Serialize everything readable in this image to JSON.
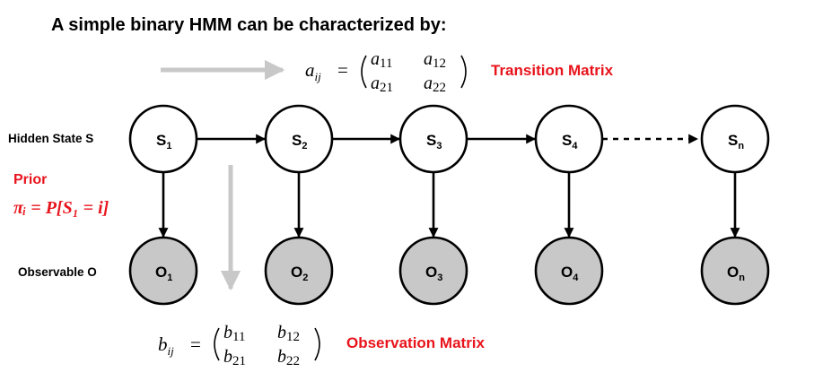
{
  "title": "A simple binary HMM can be characterized by:",
  "row_labels": {
    "hidden": "Hidden State S",
    "observable": "Observable O"
  },
  "transition": {
    "lhs": "a",
    "lhs_sub": "ij",
    "m11": "a",
    "s11": "11",
    "m12": "a",
    "s12": "12",
    "m21": "a",
    "s21": "21",
    "m22": "a",
    "s22": "22",
    "label": "Transition Matrix"
  },
  "observation": {
    "lhs": "b",
    "lhs_sub": "ij",
    "m11": "b",
    "s11": "11",
    "m12": "b",
    "s12": "12",
    "m21": "b",
    "s21": "21",
    "m22": "b",
    "s22": "22",
    "label": "Observation Matrix"
  },
  "prior": {
    "label": "Prior",
    "formula": "πᵢ = P[S₁ = i]"
  },
  "hidden_nodes": [
    {
      "main": "S",
      "sub": "1"
    },
    {
      "main": "S",
      "sub": "2"
    },
    {
      "main": "S",
      "sub": "3"
    },
    {
      "main": "S",
      "sub": "4"
    },
    {
      "main": "S",
      "sub": "n"
    }
  ],
  "observed_nodes": [
    {
      "main": "O",
      "sub": "1"
    },
    {
      "main": "O",
      "sub": "2"
    },
    {
      "main": "O",
      "sub": "3"
    },
    {
      "main": "O",
      "sub": "4"
    },
    {
      "main": "O",
      "sub": "n"
    }
  ],
  "colors": {
    "accent_red": "#e8141c",
    "hidden_fill": "#ffffff",
    "observed_fill": "#c8c8c8",
    "guide_arrow": "#c8c8c8",
    "stroke": "#000000"
  }
}
